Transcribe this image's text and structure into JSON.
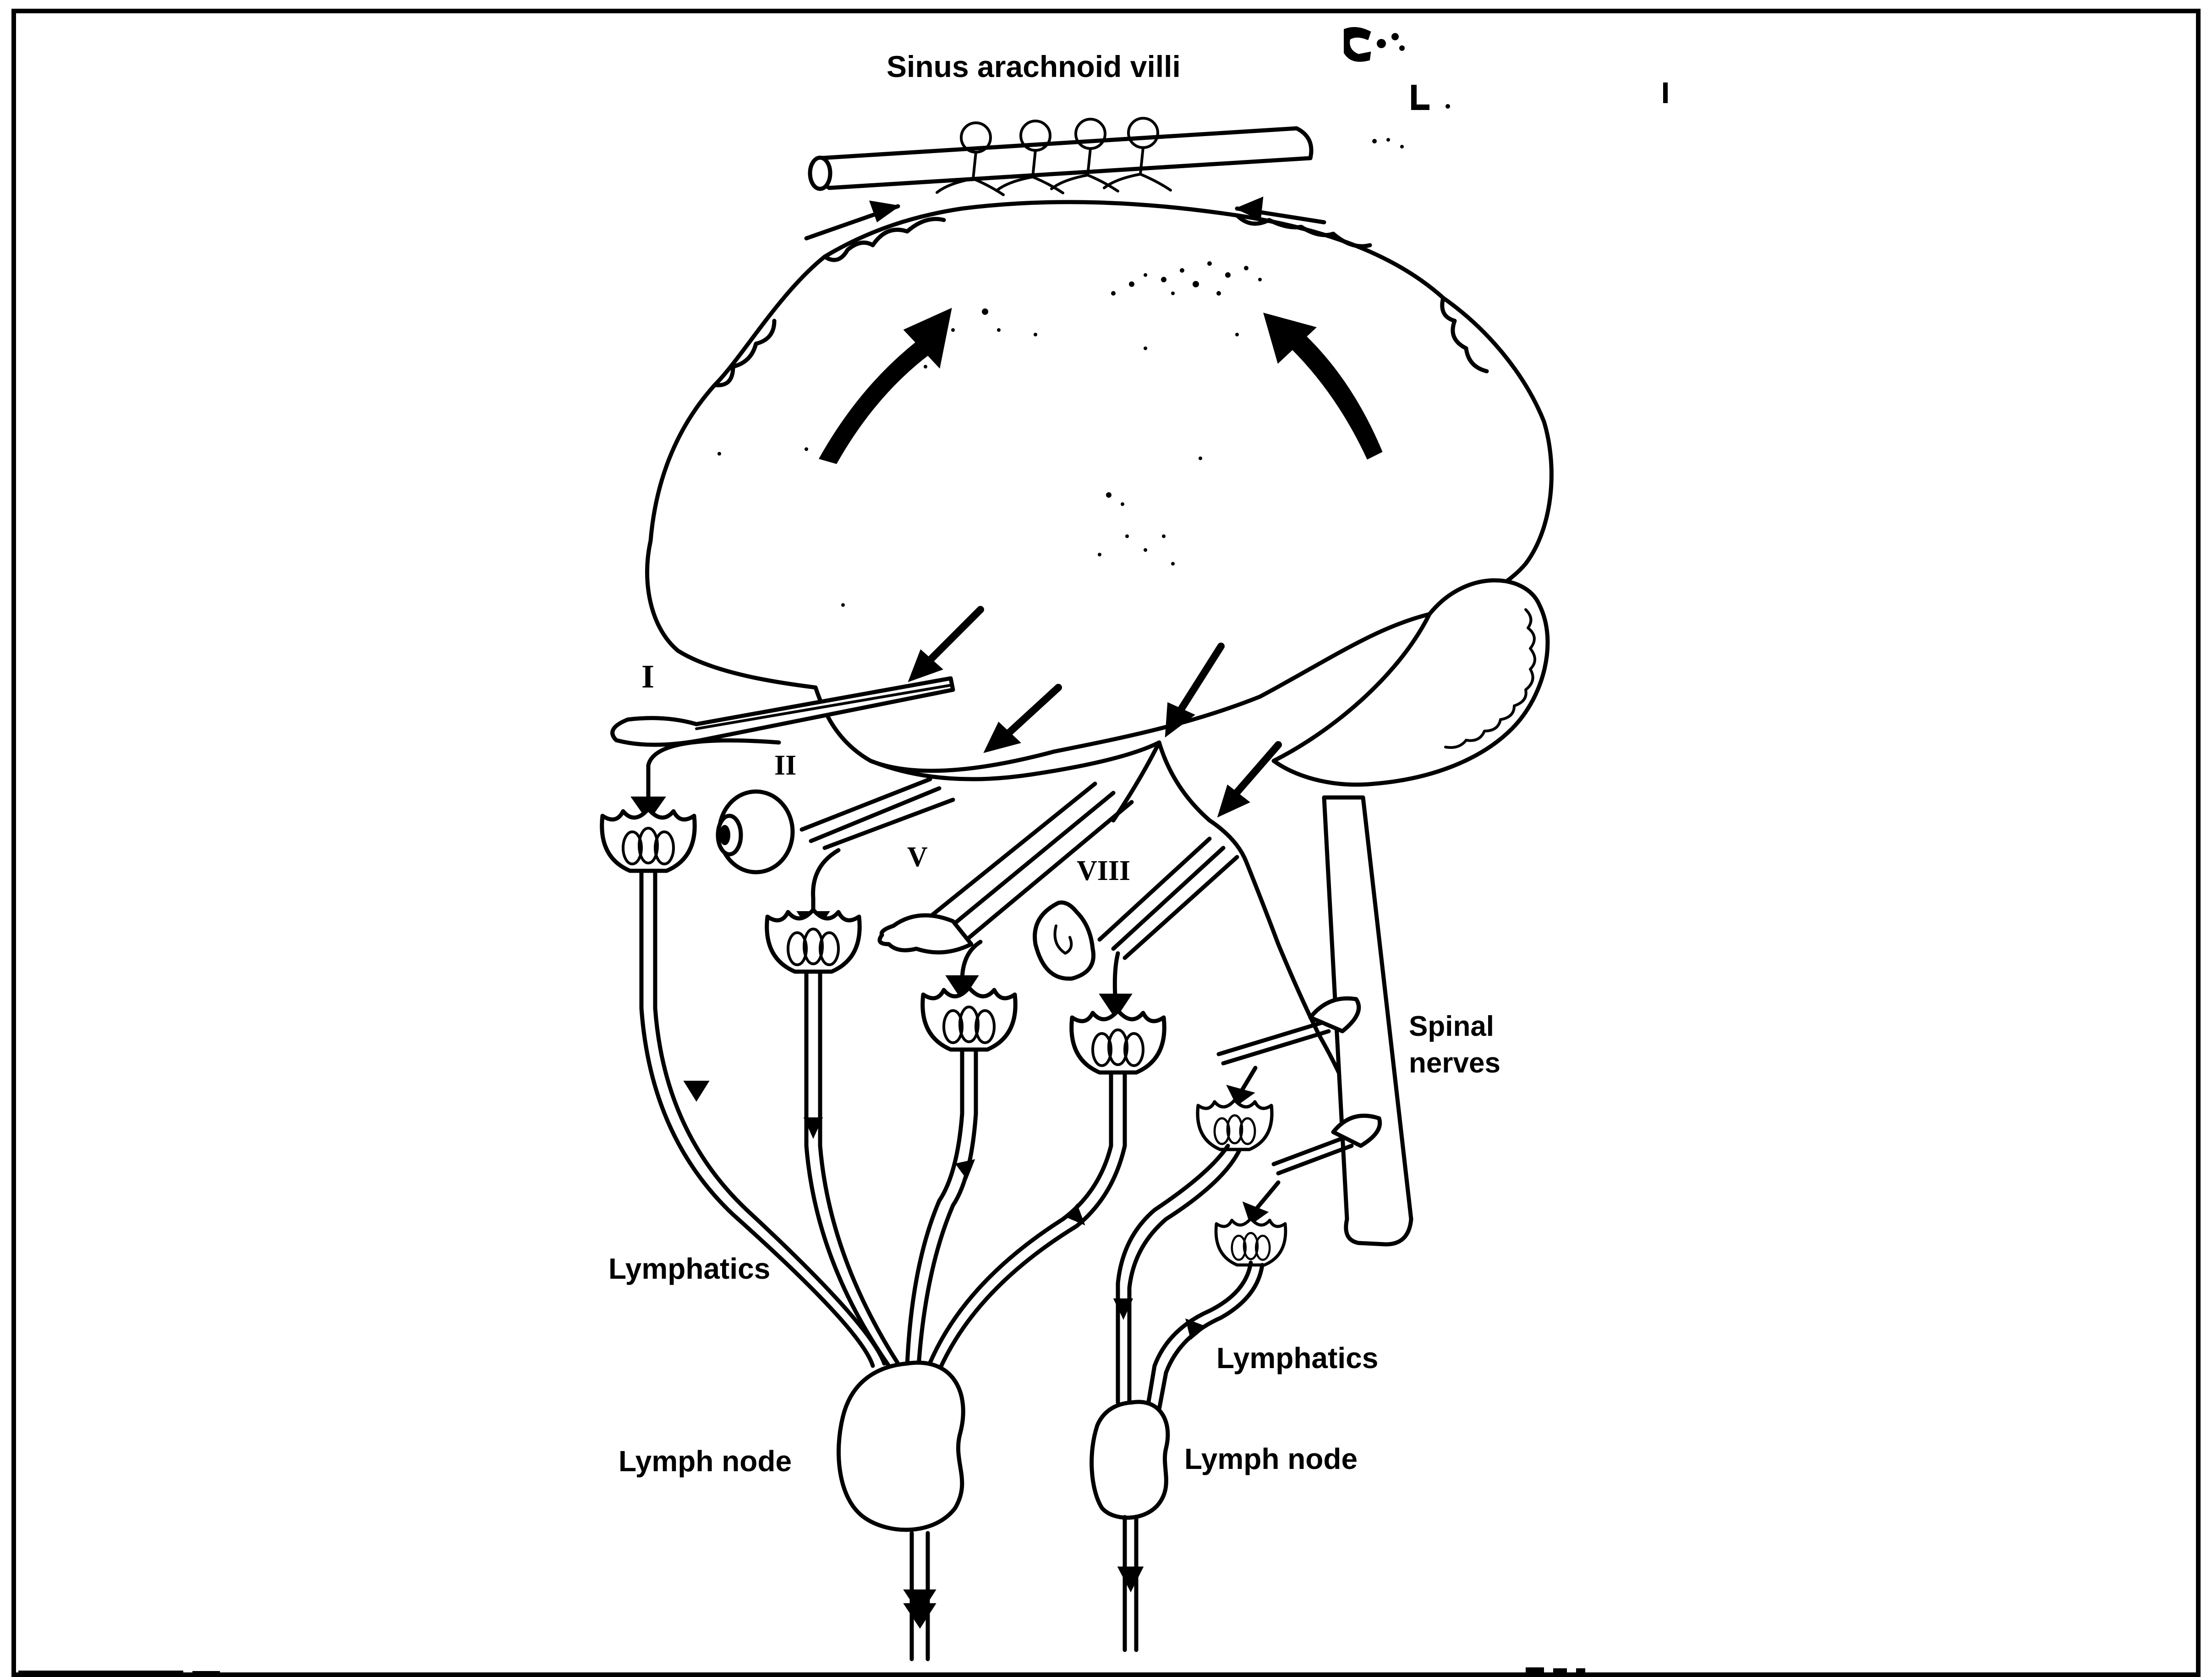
{
  "labels": {
    "sinus": "Sinus arachnoid villi",
    "spinal_line1": "Spinal",
    "spinal_line2": "nerves",
    "lymphatics_left": "Lymphatics",
    "lymphatics_right": "Lymphatics",
    "lymph_node_left": "Lymph node",
    "lymph_node_right": "Lymph node"
  },
  "cranial_nerves": {
    "olfactory": "I",
    "optic": "II",
    "trigeminal": "V",
    "vestibulocochlear": "VIII"
  }
}
